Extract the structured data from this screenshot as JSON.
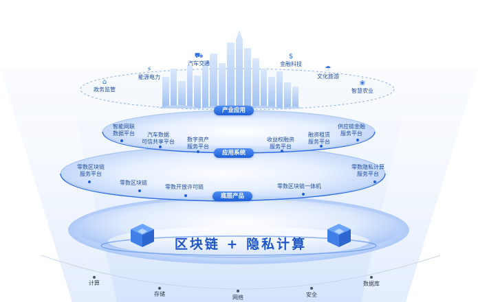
{
  "industries": [
    {
      "label": "政务监管",
      "icon": "gov-icon"
    },
    {
      "label": "能源电力",
      "icon": "energy-icon"
    },
    {
      "label": "汽车交通",
      "icon": "car-icon"
    },
    {
      "label": "金融科技",
      "icon": "finance-icon"
    },
    {
      "label": "文化旅游",
      "icon": "tourism-icon"
    },
    {
      "label": "智慧农业",
      "icon": "agriculture-icon"
    }
  ],
  "layer_labels": {
    "industry": "产业应用",
    "system": "应用系统",
    "product": "底层产品"
  },
  "systems": [
    {
      "lines": [
        "智能网联",
        "数据平台"
      ]
    },
    {
      "lines": [
        "汽车数据",
        "可信共享平台"
      ]
    },
    {
      "lines": [
        "数字资产",
        "服务平台"
      ]
    },
    {
      "lines": [
        "收益权融资",
        "服务平台"
      ]
    },
    {
      "lines": [
        "融资租赁",
        "服务平台"
      ]
    },
    {
      "lines": [
        "供应链金融",
        "服务平台"
      ]
    }
  ],
  "products": [
    {
      "lines": [
        "零数区块链",
        "服务平台"
      ]
    },
    {
      "lines": [
        "零数区块链"
      ]
    },
    {
      "lines": [
        "零数开放许可链"
      ]
    },
    {
      "lines": [
        "零数区块链一体机"
      ]
    },
    {
      "lines": [
        "零数隐私计算",
        "服务平台"
      ]
    }
  ],
  "core_title": "区块链 + 隐私计算",
  "base": [
    "计算",
    "存储",
    "网络",
    "安全",
    "数据库"
  ],
  "colors": {
    "accent": "#1f5fd6",
    "text": "#1f4e9e"
  }
}
